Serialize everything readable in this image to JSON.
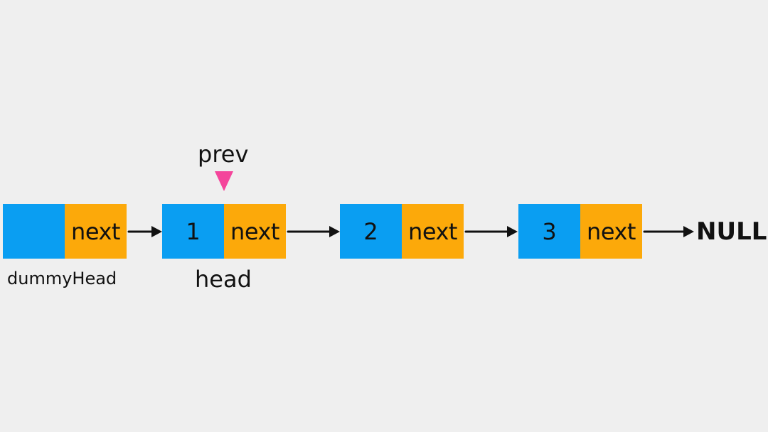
{
  "nodes": [
    {
      "value": "",
      "next_label": "next",
      "caption": "dummyHead"
    },
    {
      "value": "1",
      "next_label": "next",
      "caption": "head"
    },
    {
      "value": "2",
      "next_label": "next"
    },
    {
      "value": "3",
      "next_label": "next"
    }
  ],
  "pointer": {
    "label": "prev",
    "color": "#f4459b"
  },
  "terminal": "NULL",
  "colors": {
    "value_cell": "#0a9ef2",
    "next_cell": "#fca90a",
    "background": "#efefef"
  }
}
